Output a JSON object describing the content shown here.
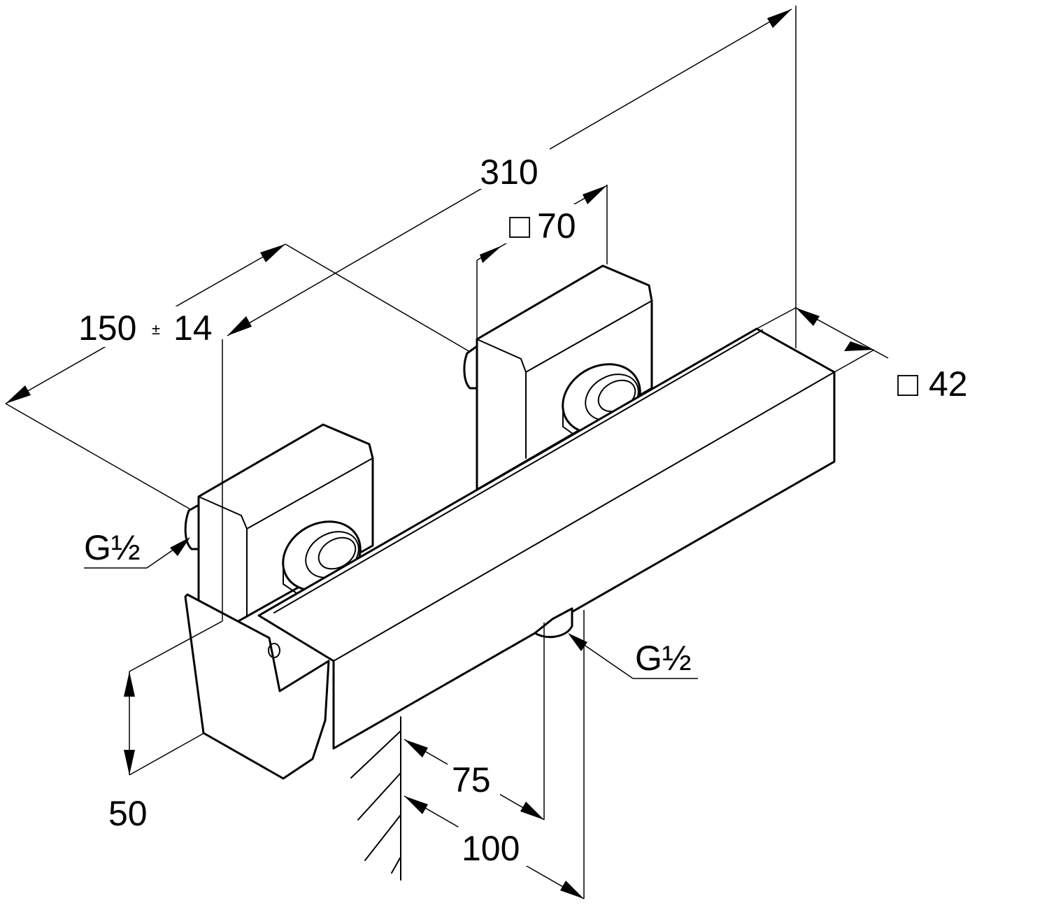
{
  "dimensions": {
    "overall_length": "310",
    "flange_size_symbol": "□",
    "flange_size": "70",
    "bar_section_symbol": "□",
    "bar_section": "42",
    "center_distance": "150",
    "tolerance_symbol": "±",
    "tolerance": "14",
    "inlet_thread": "G½",
    "outlet_thread": "G½",
    "lever_height": "50",
    "wall_to_bar": "75",
    "wall_to_outlet": "100"
  },
  "colors": {
    "line": "#000000",
    "background": "#ffffff"
  }
}
